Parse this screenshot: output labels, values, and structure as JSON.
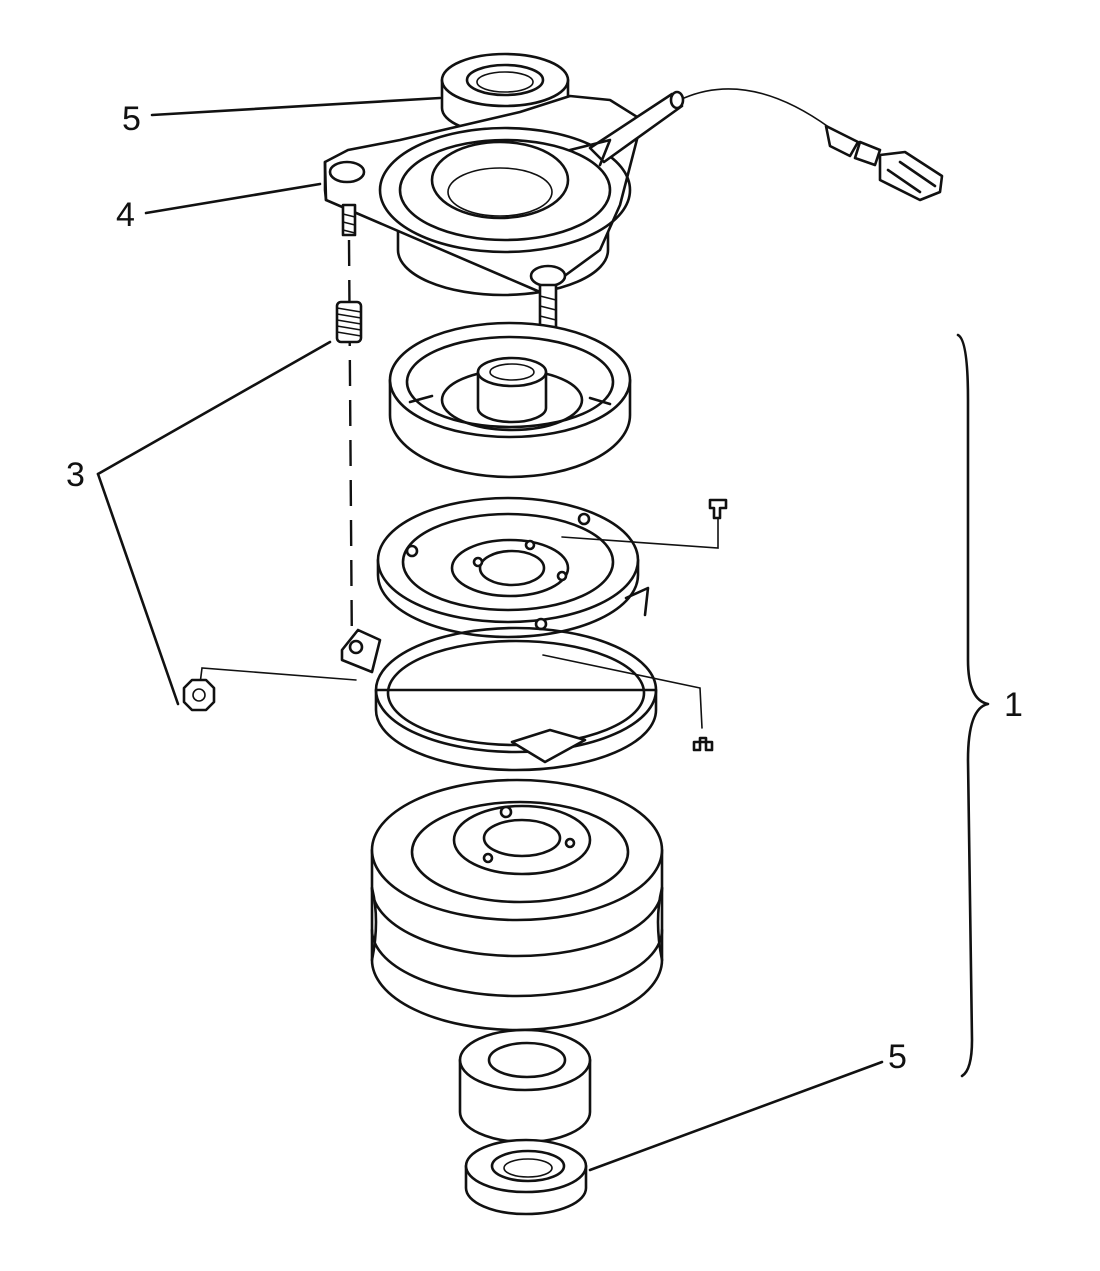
{
  "callouts": {
    "c1": "1",
    "c3": "3",
    "c4": "4",
    "c5_top": "5",
    "c5_bottom": "5"
  },
  "parts": [
    {
      "ref": "1",
      "icon": "clutch-assembly-bracket"
    },
    {
      "ref": "3",
      "icon": "spring-and-nut"
    },
    {
      "ref": "4",
      "icon": "field-coil-housing"
    },
    {
      "ref": "5",
      "icon": "bearing"
    }
  ]
}
